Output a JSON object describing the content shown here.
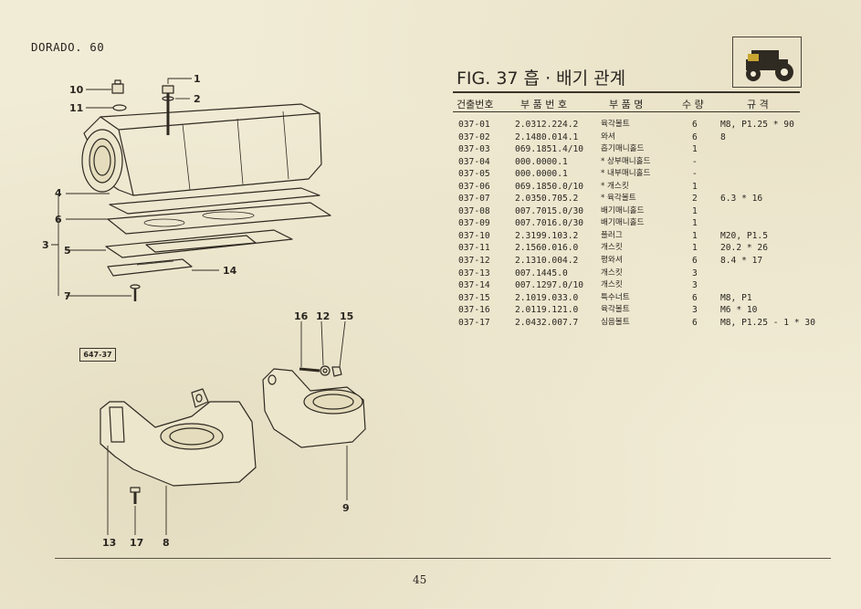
{
  "model": "DORADO. 60",
  "figure": {
    "title": "FIG. 37 흡 · 배기 관계",
    "ref_box": "647-37"
  },
  "table": {
    "headers": [
      "건출번호",
      "부 품 번 호",
      "부 품 명",
      "수 량",
      "규 격"
    ],
    "rows": [
      [
        "037-01",
        "2.0312.224.2",
        "육각볼트",
        "6",
        "M8, P1.25 * 90"
      ],
      [
        "037-02",
        "2.1480.014.1",
        "와셔",
        "6",
        "8"
      ],
      [
        "037-03",
        "069.1851.4/10",
        "흡기매니홀드",
        "1",
        ""
      ],
      [
        "037-04",
        "000.0000.1",
        "* 상부매니홀드",
        "-",
        ""
      ],
      [
        "037-05",
        "000.0000.1",
        "* 내부매니홀드",
        "-",
        ""
      ],
      [
        "037-06",
        "069.1850.0/10",
        "* 개스킷",
        "1",
        ""
      ],
      [
        "037-07",
        "2.0350.705.2",
        "* 육각볼트",
        "2",
        "6.3 * 16"
      ],
      [
        "037-08",
        "007.7015.0/30",
        "배기매니홀드",
        "1",
        ""
      ],
      [
        "037-09",
        "007.7016.0/30",
        "배기매니홀드",
        "1",
        ""
      ],
      [
        "037-10",
        "2.3199.103.2",
        "플러그",
        "1",
        "M20, P1.5"
      ],
      [
        "037-11",
        "2.1560.016.0",
        "개스킷",
        "1",
        "20.2 * 26"
      ],
      [
        "037-12",
        "2.1310.004.2",
        "평와셔",
        "6",
        "8.4 * 17"
      ],
      [
        "037-13",
        "007.1445.0",
        "개스킷",
        "3",
        ""
      ],
      [
        "037-14",
        "007.1297.0/10",
        "개스킷",
        "3",
        ""
      ],
      [
        "037-15",
        "2.1019.033.0",
        "특수너트",
        "6",
        "M8, P1"
      ],
      [
        "037-16",
        "2.0119.121.0",
        "육각볼트",
        "3",
        "M6 * 10"
      ],
      [
        "037-17",
        "2.0432.007.7",
        "심음볼트",
        "6",
        "M8, P1.25 - 1 * 30"
      ]
    ]
  },
  "callouts": [
    "1",
    "2",
    "3",
    "4",
    "5",
    "6",
    "7",
    "8",
    "9",
    "10",
    "11",
    "13",
    "14",
    "15",
    "16",
    "17",
    "12"
  ],
  "page_number": "45",
  "icons": {
    "logo": "tractor-icon"
  }
}
